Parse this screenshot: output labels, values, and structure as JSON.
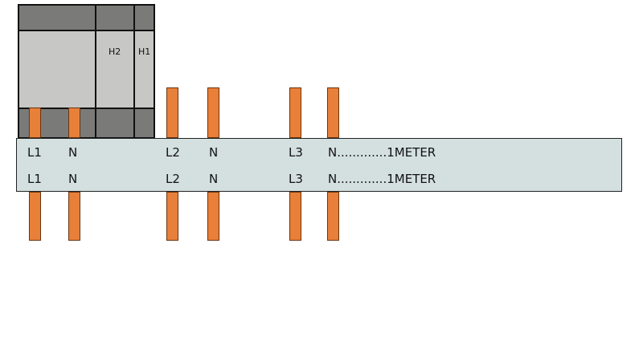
{
  "modules": [
    {
      "id": "main",
      "label": ""
    },
    {
      "id": "h2",
      "label": "H2"
    },
    {
      "id": "h1",
      "label": "H1"
    }
  ],
  "rows": [
    {
      "labels": [
        "L1",
        "N",
        "L2",
        "N",
        "L3",
        "N.............1METER"
      ]
    },
    {
      "labels": [
        "L1",
        "N",
        "L2",
        "N",
        "L3",
        "N.............1METER"
      ]
    }
  ],
  "colors": {
    "copper": "#e8803a",
    "rail": "#d4e0e0",
    "module_dark": "#7a7a78",
    "module_light": "#c7c7c5"
  }
}
